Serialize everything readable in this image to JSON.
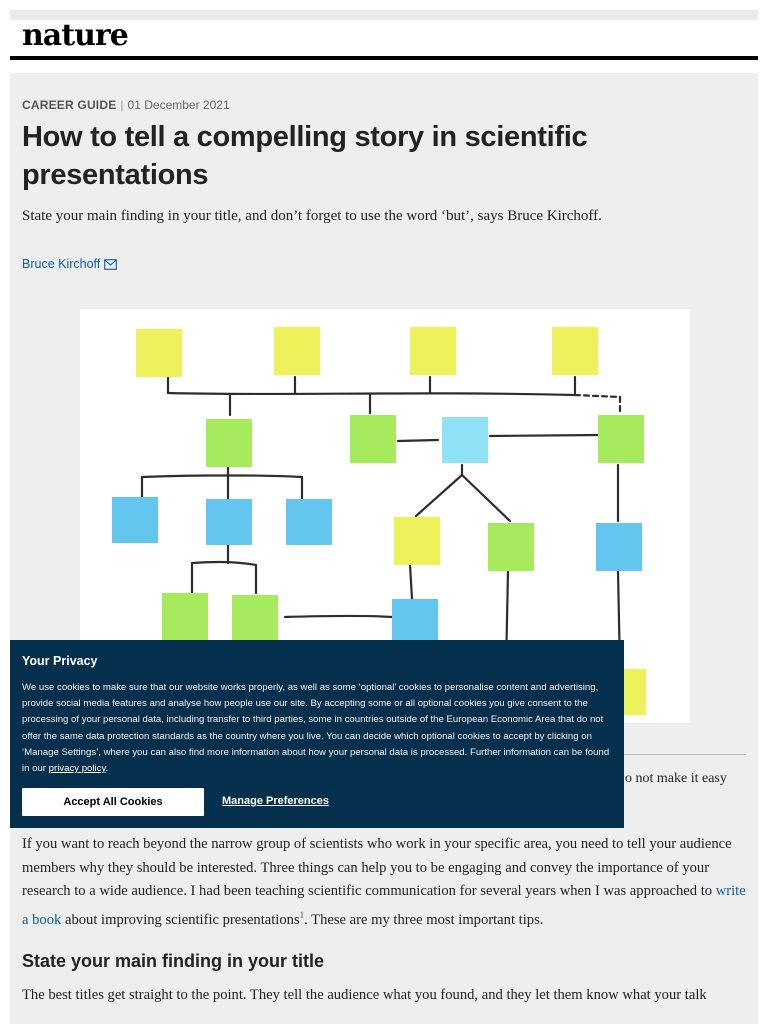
{
  "header": {
    "logo": "nature"
  },
  "article": {
    "kicker_type": "CAREER GUIDE",
    "kicker_separator": "|",
    "date": "01 December 2021",
    "title": "How to tell a compelling story in scientific presentations",
    "standfirst": "State your main finding in your title, and don’t forget to use the word ‘but’, says Bruce Kirchoff.",
    "author": "Bruce Kirchoff",
    "caption_fragment": "o not make it easy",
    "paragraph1_part1": "If you want to reach beyond the narrow group of scientists who work in your specific area, you need to tell your audience members why they should be interested. Three things can help you to be engaging and convey the importance of your research to a wide audience. I had been teaching scientific communication for several years when I was approached to ",
    "paragraph1_link": "write a book",
    "paragraph1_part2": " about improving scientific presentations",
    "paragraph1_ref": "1",
    "paragraph1_part3": ". These are my three most important tips.",
    "section_title": "State your main finding in your title",
    "paragraph2": "The best titles get straight to the point. They tell the audience what you found, and they let them know what your talk"
  },
  "cookie": {
    "heading": "Your Privacy",
    "text_main": "We use cookies to make sure that our website works properly, as well as some ‘optional’ cookies to personalise content and advertising, provide social media features and analyse how people use our site. By accepting some or all optional cookies you give consent to the processing of your personal data, including transfer to third parties, some in countries outside of the European Economic Area that do not offer the same data protection standards as the country where you live. You can decide which optional cookies to accept by clicking on ‘Manage Settings’, where you can also find more information about how your personal data is processed. Further information can be found in our ",
    "privacy_link": "privacy policy",
    "text_end": ".",
    "accept_label": "Accept All Cookies",
    "manage_label": "Manage Preferences"
  },
  "colors": {
    "link": "#0b5fa5",
    "banner": "#05304d",
    "yellow_note": "#eef25a",
    "green_note": "#a6ea5d",
    "blue_note": "#62c6ef"
  },
  "icons": {
    "author_email": "envelope-icon"
  }
}
